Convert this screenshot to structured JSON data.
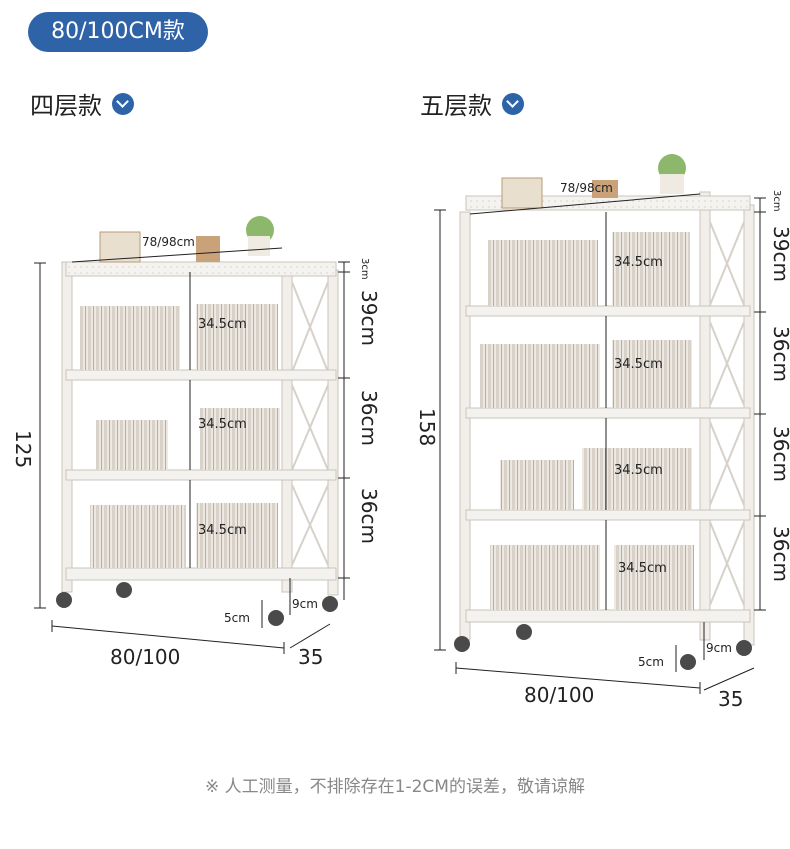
{
  "badge": "80/100CM款",
  "left": {
    "title": "四层款",
    "top_width": "78/98cm",
    "height_total": "125",
    "top_gap": "3cm",
    "shelf_gaps": [
      "39cm",
      "36cm",
      "36cm"
    ],
    "inner_gap": "34.5cm",
    "caster_height": "5cm",
    "bottom_clearance": "9cm",
    "width": "80/100",
    "depth": "35"
  },
  "right": {
    "title": "五层款",
    "top_width": "78/98cm",
    "height_total": "158",
    "top_gap": "3cm",
    "shelf_gaps": [
      "39cm",
      "36cm",
      "36cm",
      "36cm"
    ],
    "inner_gap": "34.5cm",
    "caster_height": "5cm",
    "bottom_clearance": "9cm",
    "width": "80/100",
    "depth": "35"
  },
  "footer": "※ 人工测量，不排除存在1-2CM的误差，敬请谅解",
  "colors": {
    "accent": "#2f63a8",
    "frame": "#f2efea",
    "frame_edge": "#c9c4bc"
  }
}
